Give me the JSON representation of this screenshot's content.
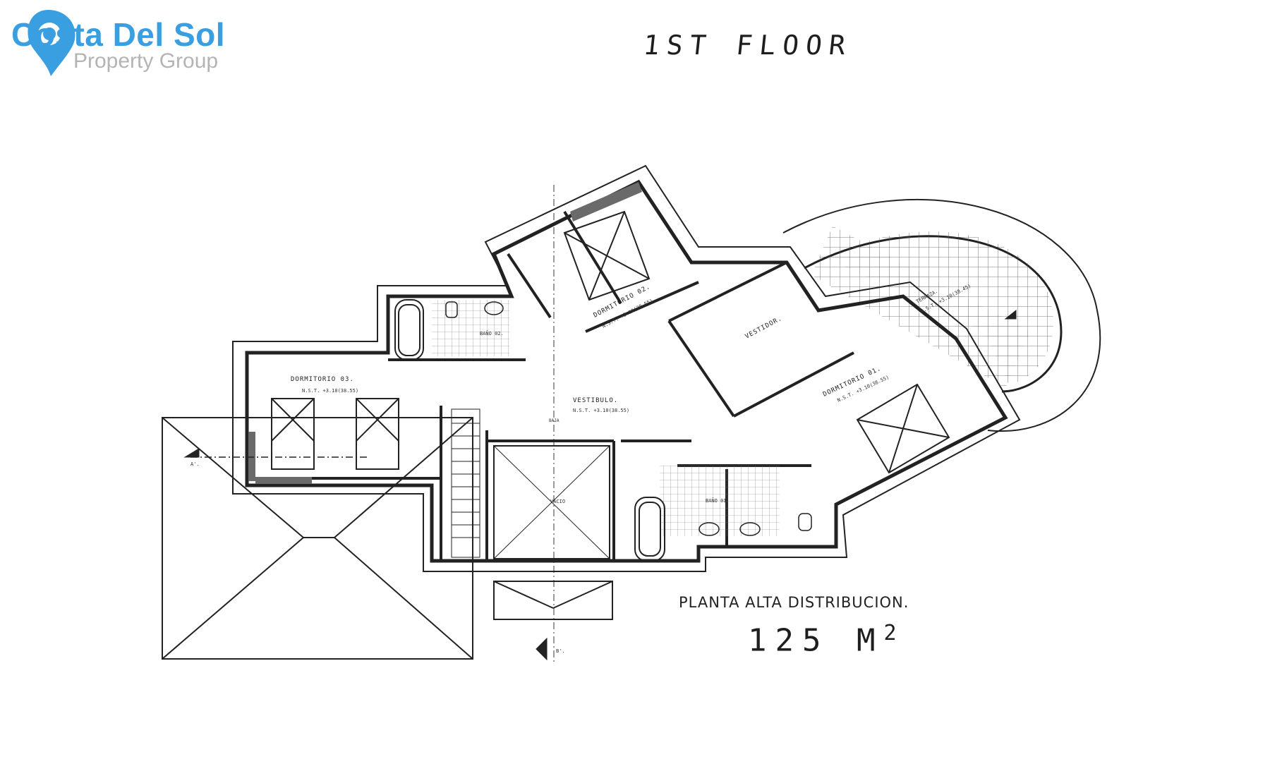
{
  "logo": {
    "name": "Costa Del Sol",
    "tagline": "Property Group",
    "brand_color": "#3a9fe0",
    "icon": "map-pin-icon"
  },
  "annotations": {
    "floor": "1ST FLOOR",
    "area": "125 M",
    "area_exp": "2"
  },
  "plan": {
    "title": "PLANTA ALTA DISTRIBUCION.",
    "rooms": {
      "dormitorio_02": {
        "name": "DORMITORIO 02.",
        "level": "N.S.T. +3.10(38.55)"
      },
      "dormitorio_01": {
        "name": "DORMITORIO 01.",
        "level": "N.S.T. +3.10(38.55)"
      },
      "dormitorio_03": {
        "name": "DORMITORIO 03.",
        "level": "N.S.T. +3.10(38.55)"
      },
      "vestibulo": {
        "name": "VESTIBULO.",
        "level": "N.S.T. +3.10(38.55)"
      },
      "vestidor": {
        "name": "VESTIDOR."
      },
      "terraza": {
        "name": "TERRAZA.",
        "level": "N.S.T. +3.10(38.45)"
      },
      "bano_02": {
        "name": "BAÑO 02."
      },
      "bano_01": {
        "name": "BAÑO 01."
      },
      "vacio": {
        "name": "VACIO"
      },
      "baja": {
        "name": "BAJA"
      }
    },
    "sections": {
      "a": "A'.",
      "b": "B'."
    }
  }
}
